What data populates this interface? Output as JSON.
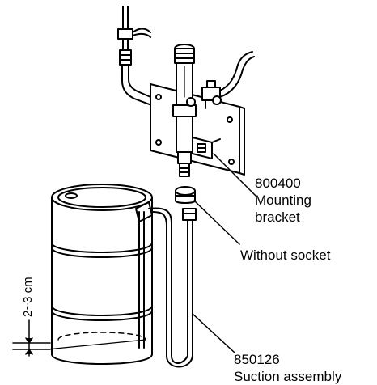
{
  "labels": {
    "mounting_bracket": {
      "part_number": "800400",
      "line1": "Mounting",
      "line2": "bracket"
    },
    "without_socket": "Without socket",
    "suction_assembly": {
      "part_number": "850126",
      "name": "Suction assembly"
    },
    "dimension": "2~3 cm"
  },
  "colors": {
    "ink": "#000000",
    "paper": "#ffffff"
  }
}
